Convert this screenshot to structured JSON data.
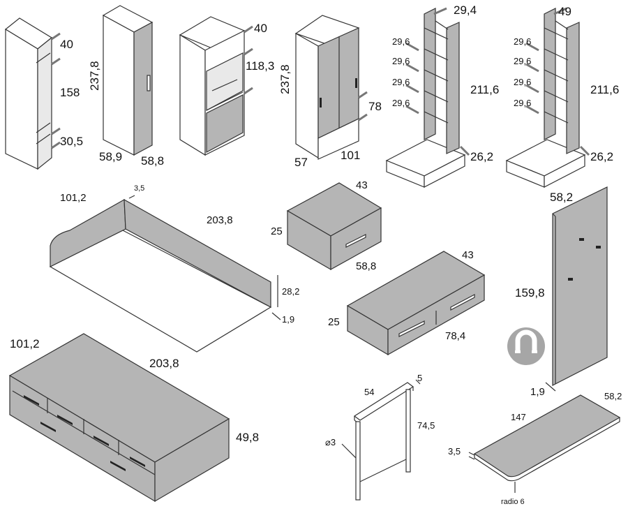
{
  "dimensions": {
    "open_wardrobe": {
      "top": "40",
      "middle": "158",
      "bottom": "30,5"
    },
    "narrow_wardrobe": {
      "height": "237,8",
      "depth": "58,9",
      "width": "58,8"
    },
    "desk_unit": {
      "top": "40",
      "middle": "118,3"
    },
    "sliding_wardrobe": {
      "height": "237,8",
      "drawer": "78",
      "depth": "57",
      "width": "101"
    },
    "shelf_unit_1": {
      "width": "29,4",
      "shelves": [
        "29,6",
        "29,6",
        "29,6",
        "29,6"
      ],
      "height": "211,6",
      "base": "26,2"
    },
    "shelf_unit_2": {
      "width": "49",
      "shelves": [
        "29,6",
        "29,6",
        "29,6",
        "29,6"
      ],
      "height": "211,6",
      "base": "26,2"
    },
    "bed_frame": {
      "width": "101,2",
      "board": "3,5",
      "length": "203,8",
      "height": "28,2",
      "base": "1,9"
    },
    "nightstand": {
      "depth": "43",
      "height": "25",
      "width": "58,8"
    },
    "drawer_unit": {
      "depth": "43",
      "height": "25",
      "width": "78,4"
    },
    "wall_panel": {
      "width": "58,2",
      "height": "159,8",
      "thickness": "1,9"
    },
    "bed_with_drawers": {
      "width": "101,2",
      "length": "203,8",
      "height": "49,8"
    },
    "desk_frame": {
      "top": "54",
      "side": "5",
      "height": "74,5",
      "diameter": "⌀3"
    },
    "desk_top": {
      "length": "147",
      "depth": "58,2",
      "thickness": "3,5",
      "radius": "radio 6"
    }
  },
  "icons": [
    "magnet-icon"
  ],
  "colors": {
    "panel": "#b5b5b5",
    "line": "#333333",
    "background": "#ffffff"
  }
}
